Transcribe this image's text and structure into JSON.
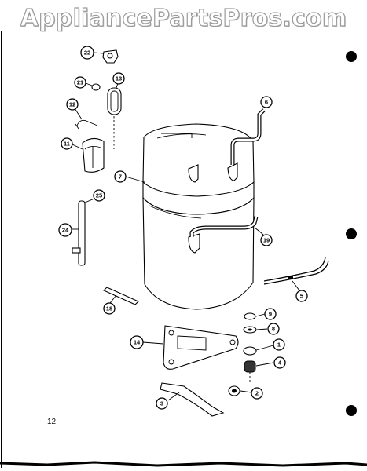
{
  "watermark": "AppliancePartsPros.com",
  "page_number": "12",
  "callouts": {
    "c22": "22",
    "c21": "21",
    "c13": "13",
    "c12": "12",
    "c11": "11",
    "c7": "7",
    "c6": "6",
    "c25": "25",
    "c24": "24",
    "c19": "19",
    "c5": "5",
    "c18": "18",
    "c9": "9",
    "c8": "8",
    "c14": "14",
    "c1": "1",
    "c4": "4",
    "c2": "2",
    "c3": "3"
  },
  "colors": {
    "line": "#000000",
    "part_fill": "#ffffff",
    "watermark_stroke": "#9a9a9a"
  }
}
